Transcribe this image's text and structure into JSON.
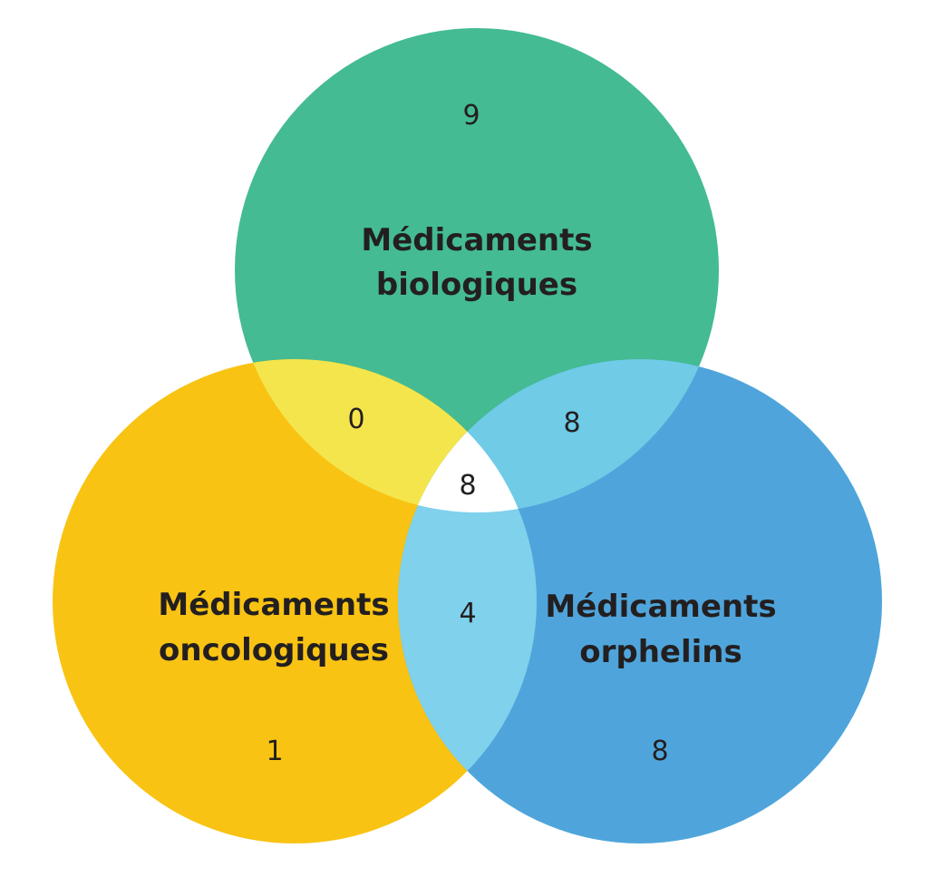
{
  "sets": [
    {
      "id": "bio",
      "line1": "Médicaments",
      "line2": "biologiques",
      "color": "#44bb93"
    },
    {
      "id": "onco",
      "line1": "Médicaments",
      "line2": "oncologiques",
      "color": "#f8c313"
    },
    {
      "id": "orph",
      "line1": "Médicaments",
      "line2": "orphelins",
      "color": "#4fa5db"
    }
  ],
  "regions": {
    "bio_only": "9",
    "onco_only": "1",
    "orph_only": "8",
    "bio_onco": "0",
    "bio_orph": "8",
    "onco_orph": "4",
    "all": "8"
  },
  "overlap_colors": {
    "bio_onco": "#f4e54c",
    "bio_orph": "#6fcbe6",
    "onco_orph": "#80d1ec",
    "all": "#ffffff"
  }
}
